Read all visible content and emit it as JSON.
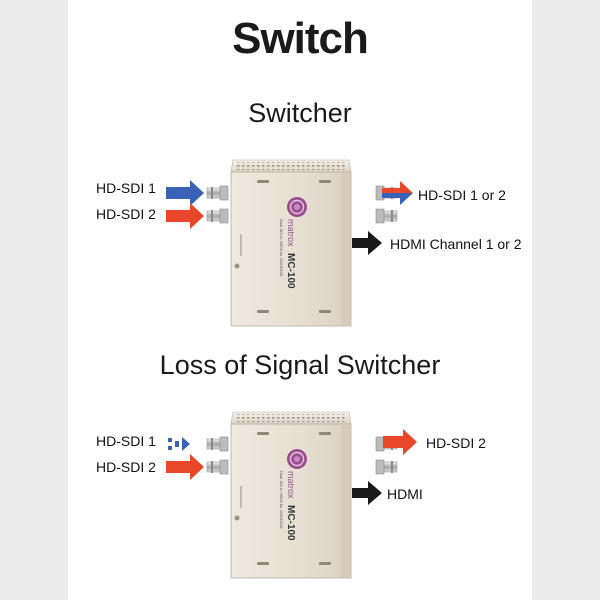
{
  "title": "Switch",
  "sections": [
    {
      "heading": "Switcher",
      "inputs": [
        {
          "label": "HD-SDI 1",
          "arrow": "blue"
        },
        {
          "label": "HD-SDI 2",
          "arrow": "red"
        }
      ],
      "outputs": [
        {
          "label": "HD-SDI 1 or 2",
          "arrow": "red-blue"
        },
        {
          "label": "HDMI Channel 1 or 2",
          "arrow": "black"
        }
      ]
    },
    {
      "heading": "Loss of Signal Switcher",
      "inputs": [
        {
          "label": "HD-SDI 1",
          "arrow": "blue-dashed"
        },
        {
          "label": "HD-SDI 2",
          "arrow": "red"
        }
      ],
      "outputs": [
        {
          "label": "HD-SDI 2",
          "arrow": "red"
        },
        {
          "label": "HDMI",
          "arrow": "black"
        }
      ]
    }
  ],
  "device": {
    "brand": "matrox",
    "model": "MC-100",
    "tagline": "Dual SDI to HDMI for 3G/HD/SD"
  },
  "colors": {
    "background": "#ebebeb",
    "panel": "#ffffff",
    "arrow_blue": "#3a63b8",
    "arrow_red": "#e8472a",
    "arrow_black": "#1a1a1a",
    "device_body": "#e4dccf",
    "logo_purple": "#9b4f8f"
  }
}
